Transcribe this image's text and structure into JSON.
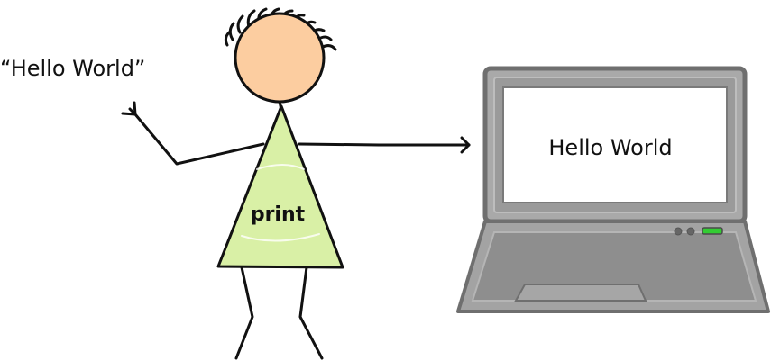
{
  "speech_text": "“Hello World”",
  "body_label": "print",
  "screen_text": "Hello World",
  "colors": {
    "skin": "#fccda0",
    "dress": "#d9f0a6",
    "laptop_frame": "#9a9a9a",
    "laptop_dark": "#7d7d7d",
    "screen": "#ffffff",
    "led": "#33cc33"
  },
  "icons": {
    "figure": "stick-figure-icon",
    "laptop": "laptop-icon"
  }
}
